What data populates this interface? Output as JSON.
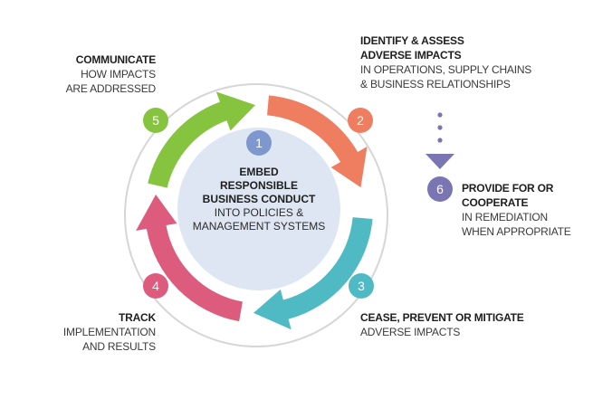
{
  "colors": {
    "center_fill": "#dde6f2",
    "ring": "#d6d6d6",
    "step1": "#7f97cf",
    "step2": "#ef7d5f",
    "step3": "#4fbac4",
    "step4": "#dd5c7e",
    "step5": "#86c440",
    "step6": "#7a76b4",
    "dots": "#7a76b4"
  },
  "steps": [
    {
      "number": "1",
      "title_lines": [
        "EMBED",
        "RESPONSIBLE",
        "BUSINESS CONDUCT"
      ],
      "detail_lines": [
        "INTO POLICIES &",
        "MANAGEMENT SYSTEMS"
      ]
    },
    {
      "number": "2",
      "title_lines": [
        "IDENTIFY & ASSESS",
        "ADVERSE IMPACTS"
      ],
      "detail_lines": [
        "IN OPERATIONS, SUPPLY CHAINS",
        "& BUSINESS RELATIONSHIPS"
      ]
    },
    {
      "number": "3",
      "title_lines": [
        "CEASE, PREVENT OR MITIGATE"
      ],
      "detail_lines": [
        "ADVERSE IMPACTS"
      ]
    },
    {
      "number": "4",
      "title_lines": [
        "TRACK"
      ],
      "detail_lines": [
        "IMPLEMENTATION",
        "AND RESULTS"
      ]
    },
    {
      "number": "5",
      "title_lines": [
        "COMMUNICATE"
      ],
      "detail_lines": [
        "HOW IMPACTS",
        "ARE ADDRESSED"
      ]
    },
    {
      "number": "6",
      "title_lines": [
        "PROVIDE FOR OR",
        "COOPERATE"
      ],
      "detail_lines": [
        "IN REMEDIATION",
        "WHEN APPROPRIATE"
      ]
    }
  ]
}
